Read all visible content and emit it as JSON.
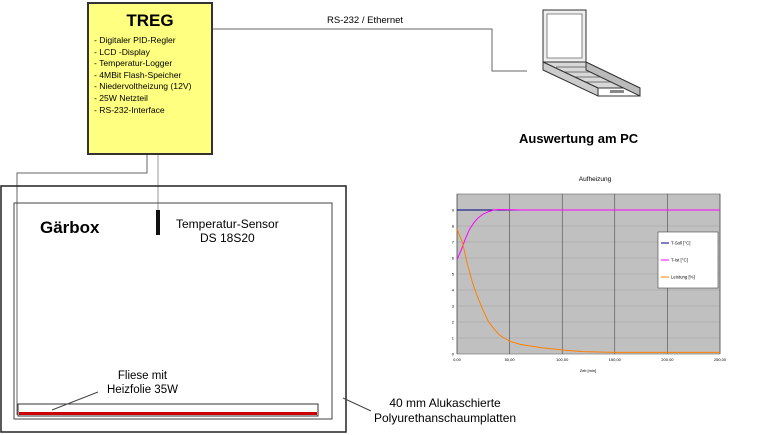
{
  "treg": {
    "title": "TREG",
    "features": [
      "- Digitaler PID-Regler",
      "- LCD -Display",
      "- Temperatur-Logger",
      "- 4MBit Flash-Speicher",
      "- Niedervoltheizung (12V)",
      "- 25W Netzteil",
      "- RS-232-Interface"
    ]
  },
  "connection": {
    "label": "RS-232 / Ethernet"
  },
  "pc": {
    "label": "Auswertung am PC"
  },
  "gaerbox": {
    "title": "Gärbox",
    "sensor_line1": "Temperatur-Sensor",
    "sensor_line2": "DS 18S20",
    "heater_line1": "Fliese mit",
    "heater_line2": "Heizfolie 35W"
  },
  "insulation": {
    "line1": "40 mm Alukaschierte",
    "line2": "Polyurethanschaumplatten"
  },
  "colors": {
    "treg_fill": "#ffff80",
    "heater": "#cc0000",
    "plot_bg": "#c0c0c0",
    "t_soll": "#000080",
    "t_ist": "#ff00ff",
    "leistung": "#ff8000"
  },
  "chart_data": {
    "type": "line",
    "title": "Aufheizung",
    "xlabel": "Zeit [min]",
    "ylabel": "",
    "xlim": [
      0,
      250
    ],
    "ylim": [
      0,
      10
    ],
    "x_ticks": [
      "0,00",
      "50,00",
      "100,00",
      "150,00",
      "200,00",
      "250,00"
    ],
    "y_ticks": [
      "0",
      "1",
      "2",
      "3",
      "4",
      "5",
      "6",
      "7",
      "8",
      "9"
    ],
    "legend_position": "right",
    "grid": true,
    "series": [
      {
        "name": "T-Soll [°C]",
        "color": "#000080",
        "x": [
          0,
          250
        ],
        "y": [
          9.0,
          9.0
        ]
      },
      {
        "name": "T-Ist [°C]",
        "color": "#ff00ff",
        "x": [
          0,
          4,
          8,
          12,
          16,
          20,
          25,
          30,
          35,
          40,
          50,
          60,
          80,
          120,
          250
        ],
        "y": [
          5.9,
          6.5,
          7.2,
          7.8,
          8.2,
          8.5,
          8.75,
          8.9,
          9.0,
          9.03,
          9.02,
          9.0,
          9.0,
          9.0,
          9.0
        ]
      },
      {
        "name": "Leistung [%]",
        "color": "#ff8000",
        "x": [
          0,
          5,
          10,
          15,
          20,
          25,
          30,
          35,
          40,
          45,
          50,
          60,
          70,
          80,
          100,
          120,
          150,
          200,
          250
        ],
        "y": [
          7.8,
          7.0,
          5.6,
          4.4,
          3.5,
          2.7,
          2.0,
          1.6,
          1.2,
          1.0,
          0.8,
          0.6,
          0.5,
          0.4,
          0.25,
          0.15,
          0.1,
          0.1,
          0.1
        ]
      }
    ]
  }
}
